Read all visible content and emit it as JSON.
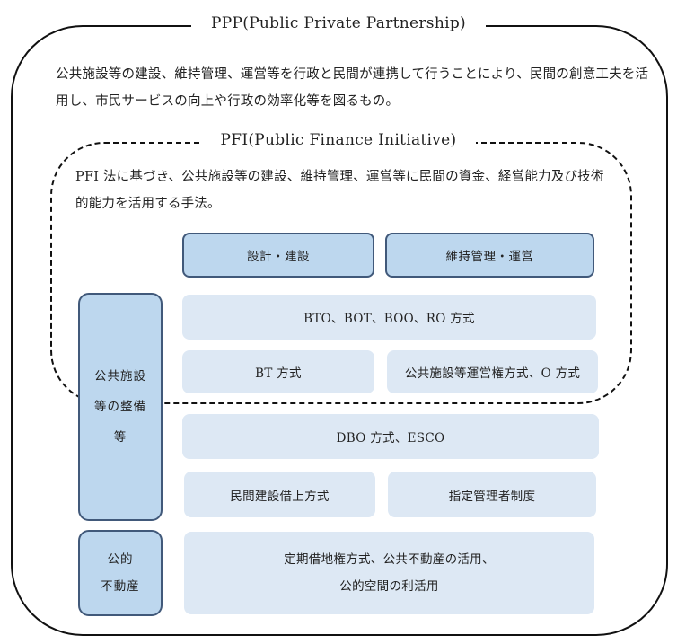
{
  "ppp": {
    "title": "PPP(Public Private Partnership)",
    "description": "公共施設等の建設、維持管理、運営等を行政と民間が連携して行うことにより、民間の創意工夫を活用し、市民サービスの向上や行政の効率化等を図るもの。"
  },
  "pfi": {
    "title": "PFI(Public Finance Initiative)",
    "description": "PFI 法に基づき、公共施設等の建設、維持管理、運営等に民間の資金、経営能力及び技術的能力を活用する手法。"
  },
  "headers": {
    "design_build": "設計・建設",
    "maintenance_operation": "維持管理・運営"
  },
  "categories": {
    "public_facilities": "公共施設等の整備等",
    "public_real_estate_line1": "公的",
    "public_real_estate_line2": "不動産"
  },
  "methods": {
    "bto_bot": "BTO、BOT、BOO、RO 方式",
    "bt": "BT 方式",
    "concession": "公共施設等運営権方式、O 方式",
    "dbo": "DBO 方式、ESCO",
    "private_lease": "民間建設借上方式",
    "designated_manager": "指定管理者制度",
    "land_lease_line1": "定期借地権方式、公共不動産の活用、",
    "land_lease_line2": "公的空間の利活用"
  }
}
